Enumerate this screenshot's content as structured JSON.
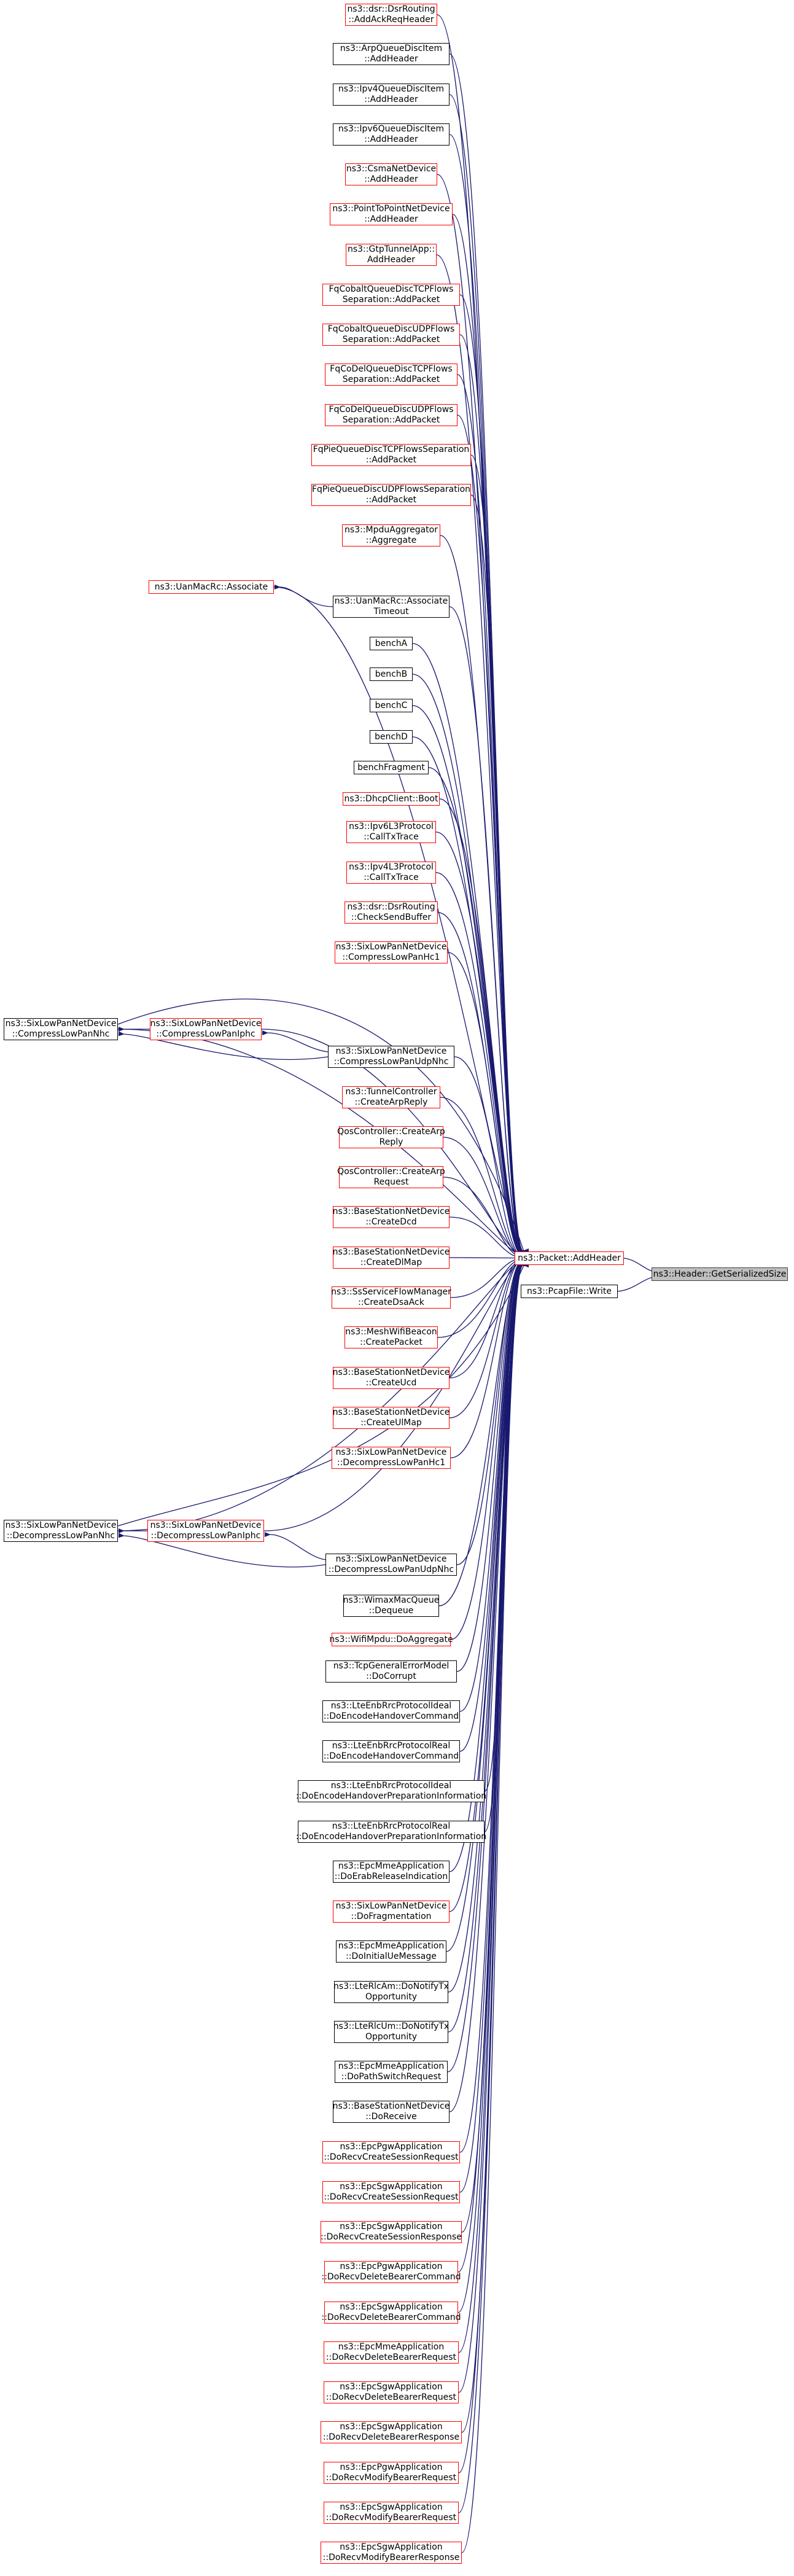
{
  "colors": {
    "edge": "#191970",
    "linked_border": "#ff0000",
    "plain_border": "#000000",
    "root_fill": "#bfbfbf"
  },
  "root": "ns3::Header::GetSerializedSize",
  "hubs": [
    "ns3::Packet::AddHeader",
    "ns3::PcapFile::Write"
  ],
  "callers": [
    {
      "label": "ns3::dsr::DsrRouting\n::AddAckReqHeader",
      "linked": true
    },
    {
      "label": "ns3::ArpQueueDiscItem\n::AddHeader",
      "linked": false
    },
    {
      "label": "ns3::Ipv4QueueDiscItem\n::AddHeader",
      "linked": false
    },
    {
      "label": "ns3::Ipv6QueueDiscItem\n::AddHeader",
      "linked": false
    },
    {
      "label": "ns3::CsmaNetDevice\n::AddHeader",
      "linked": true
    },
    {
      "label": "ns3::PointToPointNetDevice\n::AddHeader",
      "linked": true
    },
    {
      "label": "ns3::GtpTunnelApp::\nAddHeader",
      "linked": true
    },
    {
      "label": "FqCobaltQueueDiscTCPFlows\nSeparation::AddPacket",
      "linked": true
    },
    {
      "label": "FqCobaltQueueDiscUDPFlows\nSeparation::AddPacket",
      "linked": true
    },
    {
      "label": "FqCoDelQueueDiscTCPFlows\nSeparation::AddPacket",
      "linked": true
    },
    {
      "label": "FqCoDelQueueDiscUDPFlows\nSeparation::AddPacket",
      "linked": true
    },
    {
      "label": "FqPieQueueDiscTCPFlowsSeparation\n::AddPacket",
      "linked": true
    },
    {
      "label": "FqPieQueueDiscUDPFlowsSeparation\n::AddPacket",
      "linked": true
    },
    {
      "label": "ns3::MpduAggregator\n::Aggregate",
      "linked": true
    },
    {
      "label": "ns3::UanMacRc::Associate",
      "linked": true
    },
    {
      "label": "ns3::UanMacRc::Associate\nTimeout",
      "linked": false
    },
    {
      "label": "benchA",
      "linked": false
    },
    {
      "label": "benchB",
      "linked": false
    },
    {
      "label": "benchC",
      "linked": false
    },
    {
      "label": "benchD",
      "linked": false
    },
    {
      "label": "benchFragment",
      "linked": false
    },
    {
      "label": "ns3::DhcpClient::Boot",
      "linked": true
    },
    {
      "label": "ns3::Ipv6L3Protocol\n::CallTxTrace",
      "linked": true
    },
    {
      "label": "ns3::Ipv4L3Protocol\n::CallTxTrace",
      "linked": true
    },
    {
      "label": "ns3::dsr::DsrRouting\n::CheckSendBuffer",
      "linked": true
    },
    {
      "label": "ns3::SixLowPanNetDevice\n::CompressLowPanHc1",
      "linked": true
    },
    {
      "label": "ns3::SixLowPanNetDevice\n::CompressLowPanNhc",
      "linked": false
    },
    {
      "label": "ns3::SixLowPanNetDevice\n::CompressLowPanIphc",
      "linked": true
    },
    {
      "label": "ns3::SixLowPanNetDevice\n::CompressLowPanUdpNhc",
      "linked": false
    },
    {
      "label": "ns3::TunnelController\n::CreateArpReply",
      "linked": true
    },
    {
      "label": "QosController::CreateArp\nReply",
      "linked": true
    },
    {
      "label": "QosController::CreateArp\nRequest",
      "linked": true
    },
    {
      "label": "ns3::BaseStationNetDevice\n::CreateDcd",
      "linked": true
    },
    {
      "label": "ns3::BaseStationNetDevice\n::CreateDlMap",
      "linked": true
    },
    {
      "label": "ns3::SsServiceFlowManager\n::CreateDsaAck",
      "linked": true
    },
    {
      "label": "ns3::MeshWifiBeacon\n::CreatePacket",
      "linked": true
    },
    {
      "label": "ns3::BaseStationNetDevice\n::CreateUcd",
      "linked": true
    },
    {
      "label": "ns3::BaseStationNetDevice\n::CreateUlMap",
      "linked": true
    },
    {
      "label": "ns3::SixLowPanNetDevice\n::DecompressLowPanHc1",
      "linked": true
    },
    {
      "label": "ns3::SixLowPanNetDevice\n::DecompressLowPanNhc",
      "linked": false
    },
    {
      "label": "ns3::SixLowPanNetDevice\n::DecompressLowPanIphc",
      "linked": true
    },
    {
      "label": "ns3::SixLowPanNetDevice\n::DecompressLowPanUdpNhc",
      "linked": false
    },
    {
      "label": "ns3::WimaxMacQueue\n::Dequeue",
      "linked": false
    },
    {
      "label": "ns3::WifiMpdu::DoAggregate",
      "linked": true
    },
    {
      "label": "ns3::TcpGeneralErrorModel\n::DoCorrupt",
      "linked": false
    },
    {
      "label": "ns3::LteEnbRrcProtocolIdeal\n::DoEncodeHandoverCommand",
      "linked": false
    },
    {
      "label": "ns3::LteEnbRrcProtocolReal\n::DoEncodeHandoverCommand",
      "linked": false
    },
    {
      "label": "ns3::LteEnbRrcProtocolIdeal\n::DoEncodeHandoverPreparationInformation",
      "linked": false
    },
    {
      "label": "ns3::LteEnbRrcProtocolReal\n::DoEncodeHandoverPreparationInformation",
      "linked": false
    },
    {
      "label": "ns3::EpcMmeApplication\n::DoErabReleaseIndication",
      "linked": false
    },
    {
      "label": "ns3::SixLowPanNetDevice\n::DoFragmentation",
      "linked": true
    },
    {
      "label": "ns3::EpcMmeApplication\n::DoInitialUeMessage",
      "linked": false
    },
    {
      "label": "ns3::LteRlcAm::DoNotifyTx\nOpportunity",
      "linked": false
    },
    {
      "label": "ns3::LteRlcUm::DoNotifyTx\nOpportunity",
      "linked": false
    },
    {
      "label": "ns3::EpcMmeApplication\n::DoPathSwitchRequest",
      "linked": false
    },
    {
      "label": "ns3::BaseStationNetDevice\n::DoReceive",
      "linked": false
    },
    {
      "label": "ns3::EpcPgwApplication\n::DoRecvCreateSessionRequest",
      "linked": true
    },
    {
      "label": "ns3::EpcSgwApplication\n::DoRecvCreateSessionRequest",
      "linked": true
    },
    {
      "label": "ns3::EpcSgwApplication\n::DoRecvCreateSessionResponse",
      "linked": true
    },
    {
      "label": "ns3::EpcPgwApplication\n::DoRecvDeleteBearerCommand",
      "linked": true
    },
    {
      "label": "ns3::EpcSgwApplication\n::DoRecvDeleteBearerCommand",
      "linked": true
    },
    {
      "label": "ns3::EpcMmeApplication\n::DoRecvDeleteBearerRequest",
      "linked": true
    },
    {
      "label": "ns3::EpcSgwApplication\n::DoRecvDeleteBearerRequest",
      "linked": true
    },
    {
      "label": "ns3::EpcSgwApplication\n::DoRecvDeleteBearerResponse",
      "linked": true
    },
    {
      "label": "ns3::EpcPgwApplication\n::DoRecvModifyBearerRequest",
      "linked": true
    },
    {
      "label": "ns3::EpcSgwApplication\n::DoRecvModifyBearerRequest",
      "linked": true
    },
    {
      "label": "ns3::EpcSgwApplication\n::DoRecvModifyBearerResponse",
      "linked": true
    }
  ]
}
